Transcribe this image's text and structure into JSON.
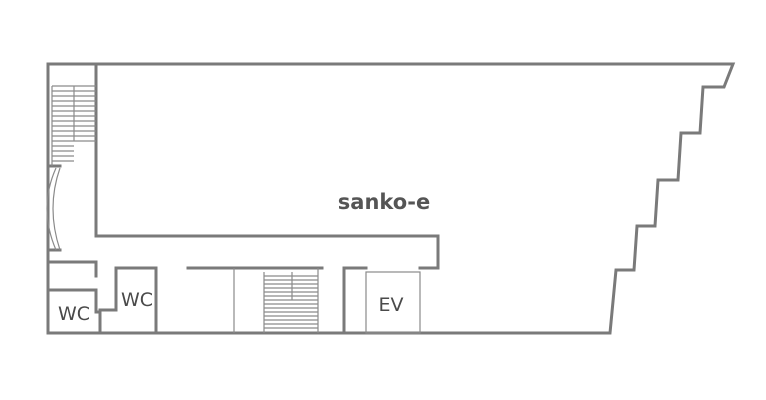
{
  "plan": {
    "title": "sanko-e",
    "rooms": {
      "wc_left": "WC",
      "wc_right": "WC",
      "elevator": "EV"
    }
  },
  "colors": {
    "wall": "#7a7a7a",
    "line": "#8a8a8a",
    "text": "#4a4a4a"
  }
}
